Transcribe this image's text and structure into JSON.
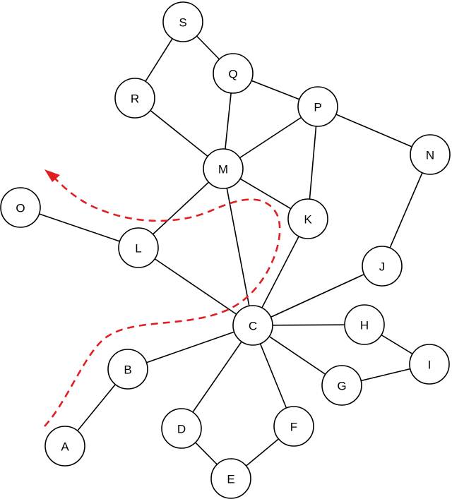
{
  "diagram": {
    "nodes": [
      {
        "id": "S"
      },
      {
        "id": "R"
      },
      {
        "id": "Q"
      },
      {
        "id": "P"
      },
      {
        "id": "N"
      },
      {
        "id": "M"
      },
      {
        "id": "O"
      },
      {
        "id": "K"
      },
      {
        "id": "L"
      },
      {
        "id": "J"
      },
      {
        "id": "C"
      },
      {
        "id": "H"
      },
      {
        "id": "I"
      },
      {
        "id": "B"
      },
      {
        "id": "G"
      },
      {
        "id": "D"
      },
      {
        "id": "F"
      },
      {
        "id": "A"
      },
      {
        "id": "E"
      }
    ],
    "edges": [
      [
        "S",
        "R"
      ],
      [
        "S",
        "Q"
      ],
      [
        "R",
        "M"
      ],
      [
        "Q",
        "M"
      ],
      [
        "Q",
        "P"
      ],
      [
        "P",
        "M"
      ],
      [
        "P",
        "K"
      ],
      [
        "P",
        "N"
      ],
      [
        "N",
        "J"
      ],
      [
        "M",
        "L"
      ],
      [
        "M",
        "K"
      ],
      [
        "M",
        "C"
      ],
      [
        "O",
        "L"
      ],
      [
        "L",
        "C"
      ],
      [
        "K",
        "C"
      ],
      [
        "J",
        "C"
      ],
      [
        "C",
        "H"
      ],
      [
        "C",
        "B"
      ],
      [
        "C",
        "G"
      ],
      [
        "C",
        "D"
      ],
      [
        "C",
        "F"
      ],
      [
        "H",
        "I"
      ],
      [
        "G",
        "I"
      ],
      [
        "B",
        "A"
      ],
      [
        "D",
        "E"
      ],
      [
        "F",
        "E"
      ]
    ],
    "highlight": {
      "color": "#e02020",
      "style": "dashed",
      "direction": "from A to upper left",
      "arrowhead": "end"
    }
  }
}
